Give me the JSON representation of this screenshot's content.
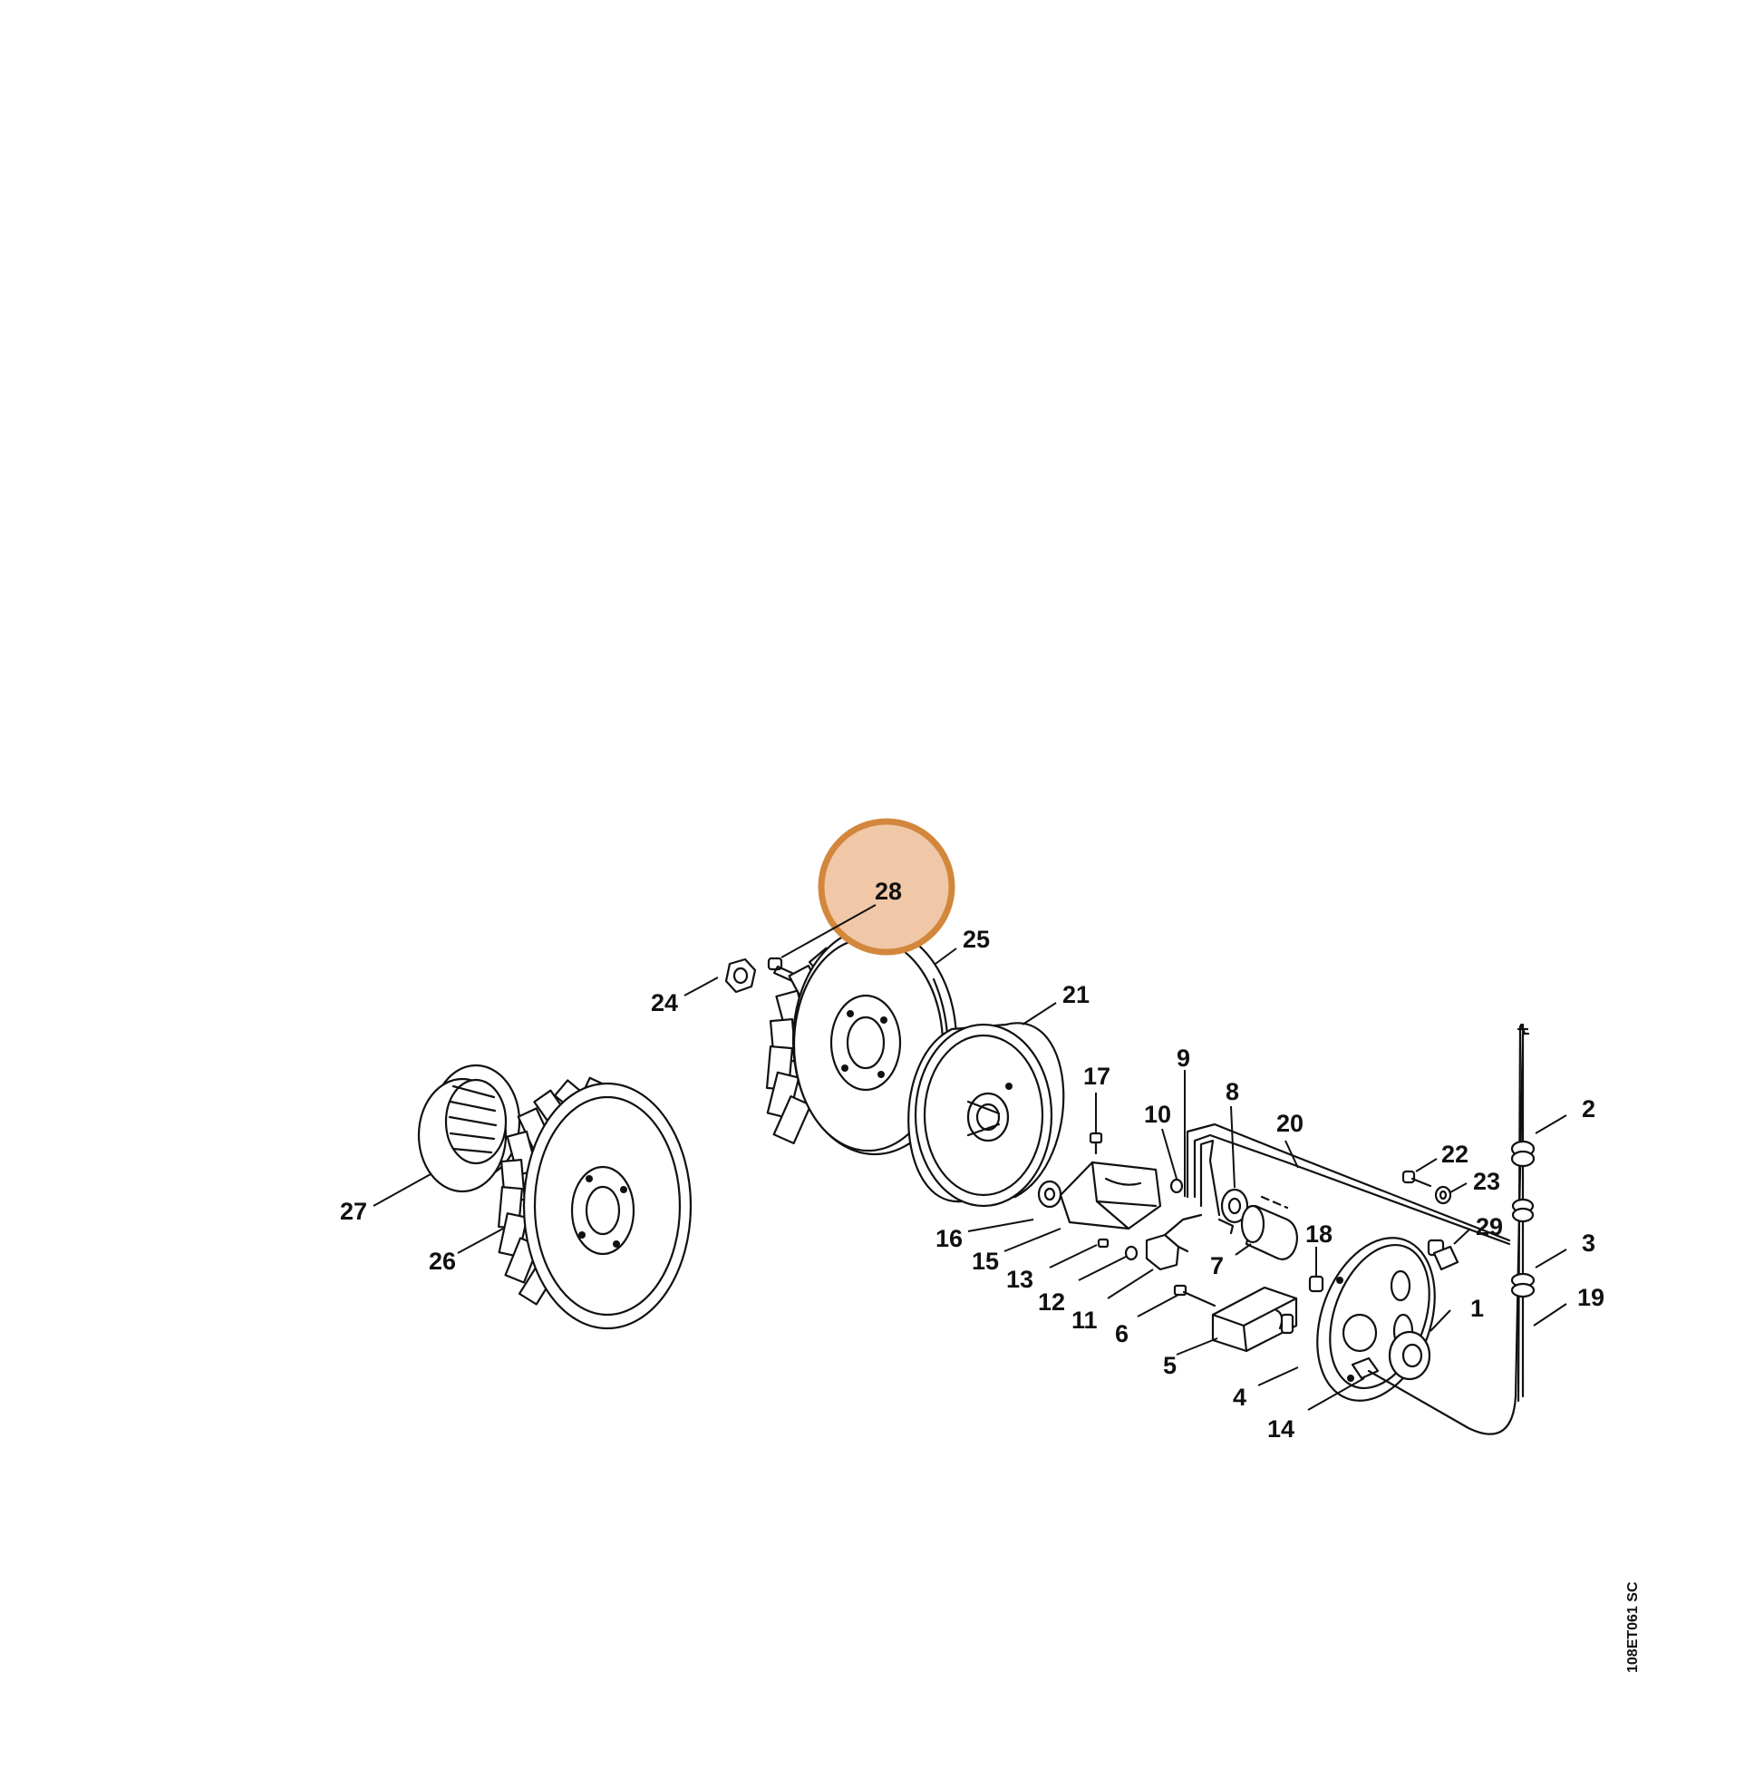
{
  "diagram": {
    "reference_code": "108ET061 SC",
    "highlighted_part": "28",
    "highlight_fill": "#f0c8a8",
    "highlight_stroke": "#d2873c",
    "callouts": [
      "1",
      "2",
      "3",
      "4",
      "5",
      "6",
      "7",
      "8",
      "9",
      "10",
      "11",
      "12",
      "13",
      "14",
      "15",
      "16",
      "17",
      "18",
      "19",
      "20",
      "21",
      "22",
      "23",
      "24",
      "25",
      "26",
      "27",
      "28",
      "29"
    ]
  }
}
